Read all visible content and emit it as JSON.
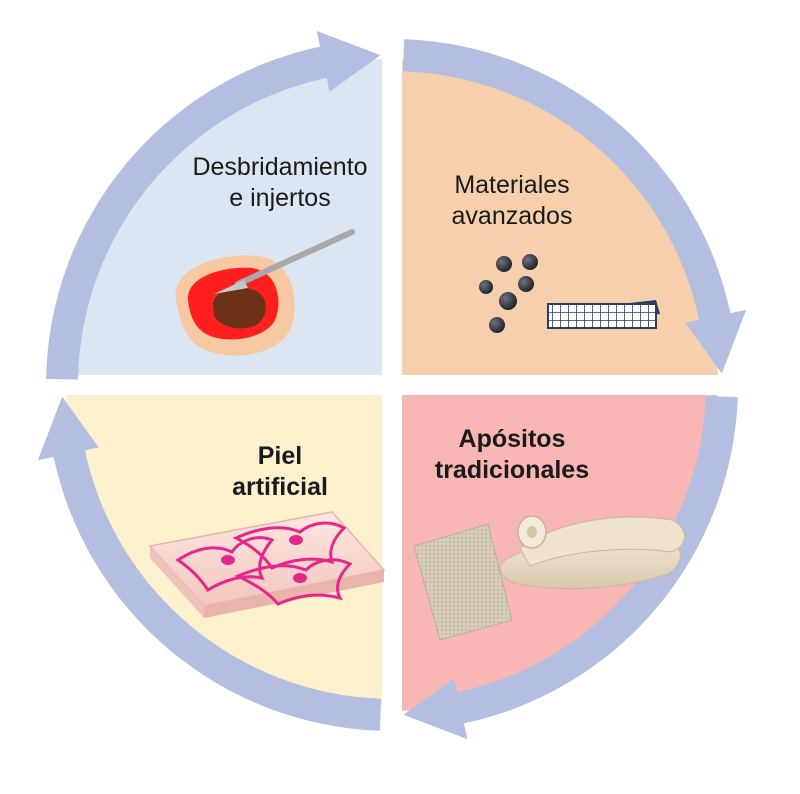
{
  "colors": {
    "ring": "#b4bee0",
    "quadrant_top_left": "#dce6f3",
    "quadrant_top_right": "#f6cfad",
    "quadrant_bottom_right": "#f8b6b4",
    "quadrant_bottom_left": "#fdf0cc"
  },
  "quadrants": {
    "top_left": {
      "line1": "Desbridamiento",
      "line2": "e injertos",
      "icon": "wound-scalpel-icon"
    },
    "top_right": {
      "line1": "Materiales",
      "line2": "avanzados",
      "icon": "nanoparticles-scaffold-icon"
    },
    "bottom_right": {
      "line1": "Apósitos",
      "line2": "tradicionales",
      "icon": "gauze-bandage-icon"
    },
    "bottom_left": {
      "line1": "Piel",
      "line2": "artificial",
      "icon": "cell-scaffold-icon"
    }
  }
}
